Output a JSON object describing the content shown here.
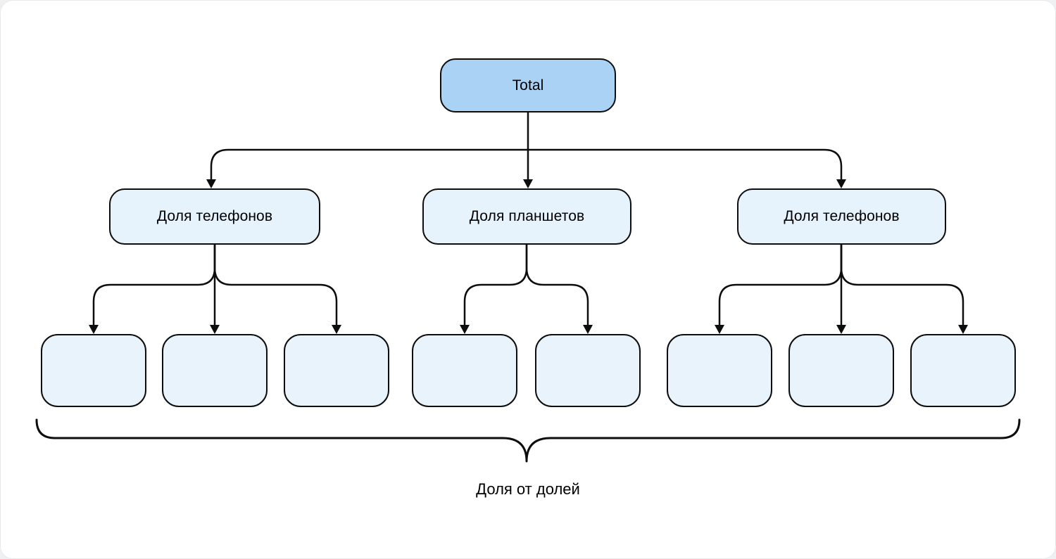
{
  "diagram": {
    "root": {
      "label": "Total"
    },
    "level2": [
      {
        "label": "Доля телефонов",
        "children_count": 3
      },
      {
        "label": "Доля планшетов",
        "children_count": 2
      },
      {
        "label": "Доля телефонов",
        "children_count": 3
      }
    ],
    "leaves_total": 8,
    "brace_label": "Доля от долей",
    "colors": {
      "root_fill": "#a9d2f4",
      "branch_fill": "#e6f2fc",
      "leaf_fill": "#e9f3fc",
      "stroke": "#0d0d0d",
      "canvas_bg": "#ffffff"
    }
  }
}
